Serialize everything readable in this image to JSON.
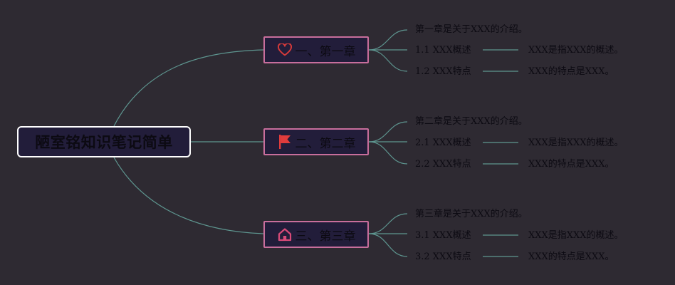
{
  "root": {
    "label": "陋室铭知识笔记简单"
  },
  "branches": [
    {
      "label": "一、第一章",
      "icon": "heart-icon",
      "icon_color": "#d43a3a",
      "intro": "第一章是关于XXX的介绍。",
      "items": [
        {
          "label": "1.1 XXX概述",
          "detail": "XXX是指XXX的概述。"
        },
        {
          "label": "1.2 XXX特点",
          "detail": "XXX的特点是XXX。"
        }
      ]
    },
    {
      "label": "二、第二章",
      "icon": "flag-icon",
      "icon_color": "#e03c3c",
      "intro": "第二章是关于XXX的介绍。",
      "items": [
        {
          "label": "2.1 XXX概述",
          "detail": "XXX是指XXX的概述。"
        },
        {
          "label": "2.2 XXX特点",
          "detail": "XXX的特点是XXX。"
        }
      ]
    },
    {
      "label": "三、第三章",
      "icon": "home-icon",
      "icon_color": "#d84a78",
      "intro": "第三章是关于XXX的介绍。",
      "items": [
        {
          "label": "3.1 XXX概述",
          "detail": "XXX是指XXX的概述。"
        },
        {
          "label": "3.2 XXX特点",
          "detail": "XXX的特点是XXX。"
        }
      ]
    }
  ],
  "colors": {
    "background": "#2e2a32",
    "node_fill": "#221d3a",
    "branch_border": "#c86e9c",
    "root_border": "#ffffff",
    "connector": "#5e9690"
  }
}
